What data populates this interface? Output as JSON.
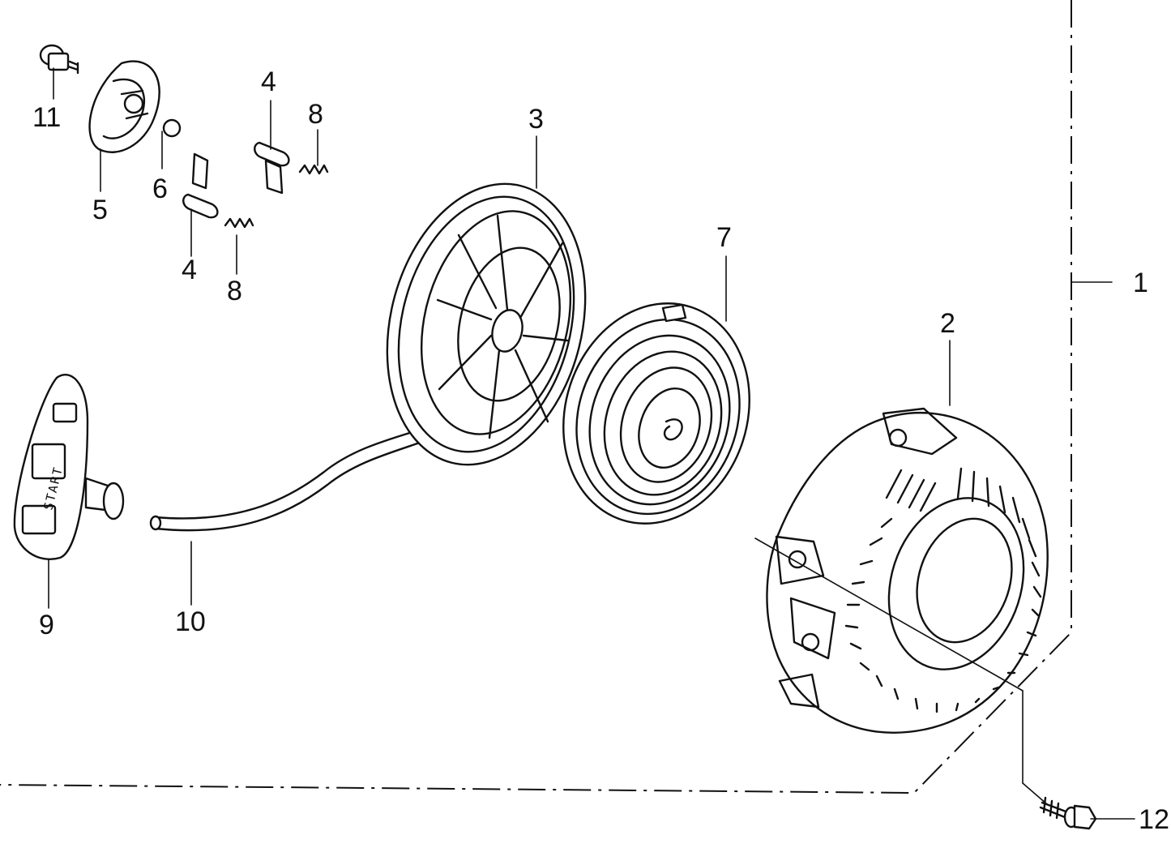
{
  "callouts": {
    "c1": "1",
    "c2": "2",
    "c3": "3",
    "c4a": "4",
    "c4b": "4",
    "c5": "5",
    "c6": "6",
    "c7": "7",
    "c8a": "8",
    "c8b": "8",
    "c9": "9",
    "c10": "10",
    "c11": "11",
    "c12": "12"
  },
  "handle_text": "START"
}
